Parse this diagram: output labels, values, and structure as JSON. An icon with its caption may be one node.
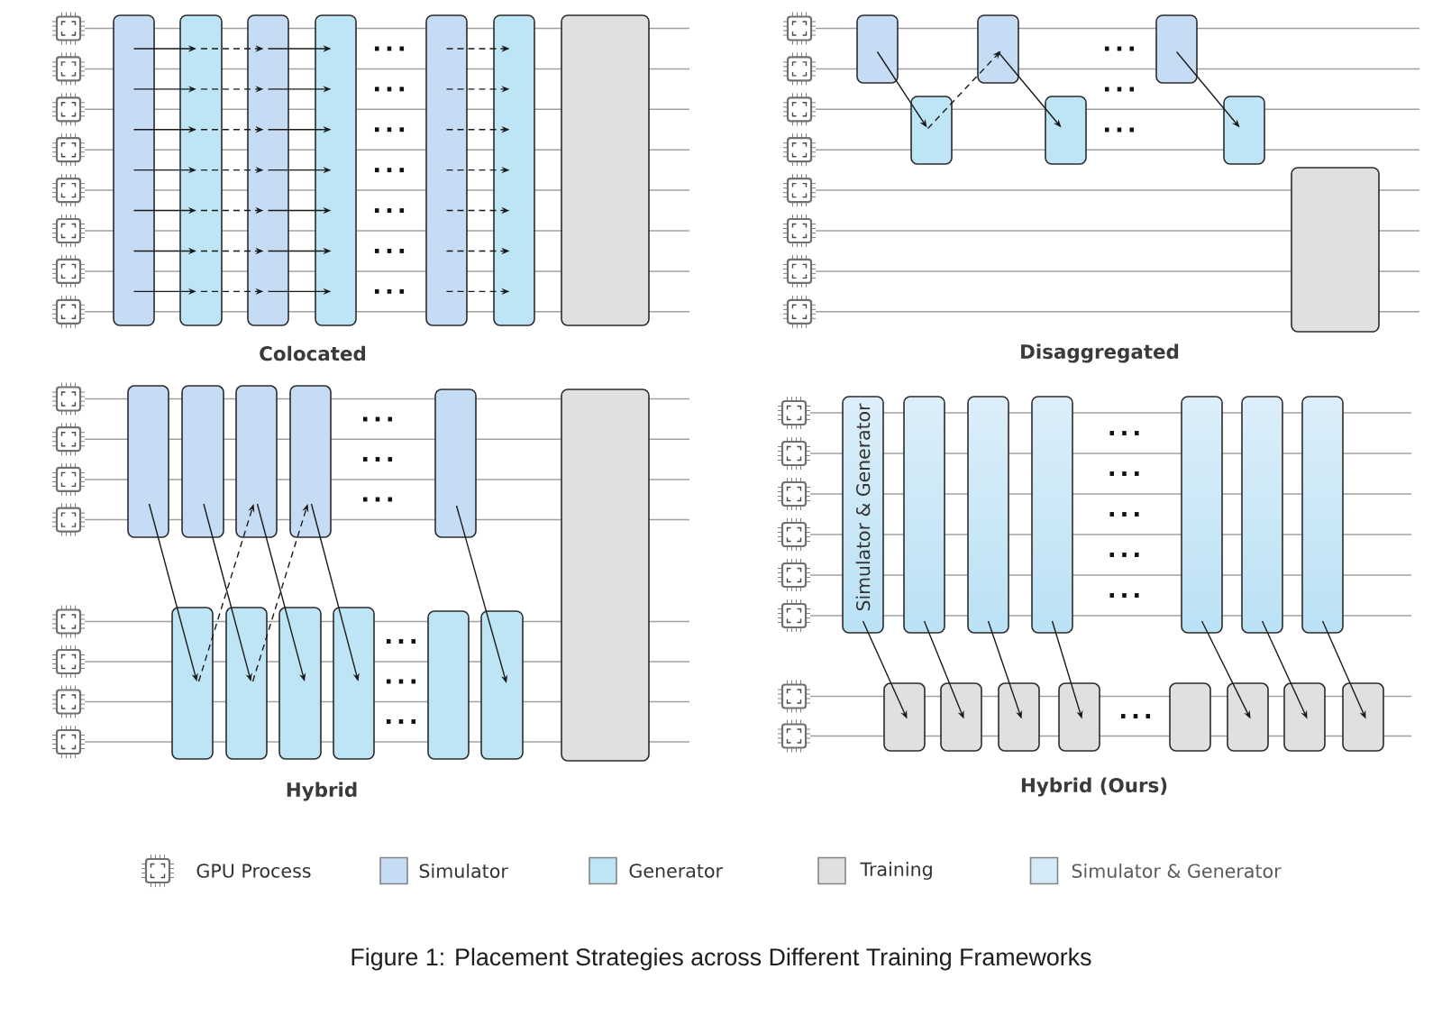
{
  "diagram": {
    "caption": "Figure 1: Placement Strategies across Different Training Frameworks",
    "nodes": [
      {
        "text": [],
        "shape": "box"
      },
      {
        "text": [],
        "shape": "box"
      },
      {
        "text": [],
        "shape": "box"
      },
      {
        "text": [],
        "shape": "box"
      },
      {
        "text": [],
        "shape": "box"
      },
      {
        "text": [],
        "shape": "box"
      },
      {
        "text": [],
        "shape": "box"
      },
      {
        "text": [],
        "shape": "box"
      },
      {
        "text": [],
        "shape": "box"
      },
      {
        "text": [],
        "shape": "box"
      },
      {
        "text": [],
        "shape": "box"
      },
      {
        "text": [],
        "shape": "box"
      },
      {
        "text": [],
        "shape": "box"
      },
      {
        "text": [],
        "shape": "box"
      },
      {
        "text": [],
        "shape": "box"
      },
      {
        "text": [],
        "shape": "box"
      },
      {
        "text": [],
        "shape": "box"
      },
      {
        "text": [],
        "shape": "box"
      },
      {
        "text": [],
        "shape": "box"
      },
      {
        "text": [],
        "shape": "box"
      },
      {
        "text": [],
        "shape": "box"
      },
      {
        "text": [],
        "shape": "box"
      },
      {
        "text": [],
        "shape": "box"
      },
      {
        "text": [],
        "shape": "box"
      },
      {
        "text": [],
        "shape": "box"
      },
      {
        "text": [],
        "shape": "box"
      },
      {
        "text": [
          "Simulator & Generator"
        ]
      },
      {
        "text": [],
        "shape": "box"
      },
      {
        "text": [],
        "shape": "box"
      },
      {
        "text": [],
        "shape": "box"
      },
      {
        "text": [],
        "shape": "box"
      },
      {
        "text": [],
        "shape": "box"
      },
      {
        "text": [],
        "shape": "box"
      },
      {
        "text": [],
        "shape": "box"
      },
      {
        "text": [],
        "shape": "box"
      },
      {
        "text": [],
        "shape": "box"
      },
      {
        "text": [],
        "shape": "box"
      },
      {
        "text": [],
        "shape": "box"
      },
      {
        "text": [],
        "shape": "box"
      },
      {
        "text": [],
        "shape": "box"
      },
      {
        "text": [],
        "shape": "box"
      }
    ],
    "edges": [
      {
        "from": 0,
        "to": 1,
        "arrow": "to"
      },
      {
        "from": 1,
        "to": 2,
        "arrow": "to",
        "style": "dashed"
      },
      {
        "from": 2,
        "to": 3,
        "arrow": "to"
      },
      {
        "from": 4,
        "to": 5,
        "arrow": "to",
        "style": "dashed"
      },
      {
        "from": 0,
        "to": 1,
        "arrow": "to"
      },
      {
        "from": 1,
        "to": 2,
        "arrow": "to",
        "style": "dashed"
      },
      {
        "from": 2,
        "to": 3,
        "arrow": "to"
      },
      {
        "from": 4,
        "to": 5,
        "arrow": "to",
        "style": "dashed"
      },
      {
        "from": 0,
        "to": 1,
        "arrow": "to"
      },
      {
        "from": 1,
        "to": 2,
        "arrow": "to",
        "style": "dashed"
      },
      {
        "from": 2,
        "to": 3,
        "arrow": "to"
      },
      {
        "from": 4,
        "to": 5,
        "arrow": "to",
        "style": "dashed"
      },
      {
        "from": 0,
        "to": 1,
        "arrow": "to"
      },
      {
        "from": 1,
        "to": 2,
        "arrow": "to",
        "style": "dashed"
      },
      {
        "from": 2,
        "to": 3,
        "arrow": "to"
      },
      {
        "from": 4,
        "to": 5,
        "arrow": "to",
        "style": "dashed"
      },
      {
        "from": 0,
        "to": 1,
        "arrow": "to"
      },
      {
        "from": 1,
        "to": 2,
        "arrow": "to",
        "style": "dashed"
      },
      {
        "from": 2,
        "to": 3,
        "arrow": "to"
      },
      {
        "from": 4,
        "to": 5,
        "arrow": "to",
        "style": "dashed"
      },
      {
        "from": 0,
        "to": 1,
        "arrow": "to"
      },
      {
        "from": 1,
        "to": 2,
        "arrow": "to",
        "style": "dashed"
      },
      {
        "from": 2,
        "to": 3,
        "arrow": "to"
      },
      {
        "from": 4,
        "to": 5,
        "arrow": "to",
        "style": "dashed"
      },
      {
        "from": 0,
        "to": 1,
        "arrow": "to"
      },
      {
        "from": 1,
        "to": 2,
        "arrow": "to",
        "style": "dashed"
      },
      {
        "from": 2,
        "to": 3,
        "arrow": "to"
      },
      {
        "from": 4,
        "to": 5,
        "arrow": "to",
        "style": "dashed"
      },
      {
        "from": 7,
        "to": 8,
        "arrow": "to"
      },
      {
        "from": 8,
        "to": 9,
        "arrow": "to",
        "style": "dashed"
      },
      {
        "from": 9,
        "to": 10,
        "arrow": "to"
      },
      {
        "from": 11,
        "to": 12,
        "arrow": "to"
      },
      {
        "from": 14,
        "to": 19,
        "arrow": "to"
      },
      {
        "from": 15,
        "to": 20,
        "arrow": "to"
      },
      {
        "from": 19,
        "to": 16,
        "arrow": "to",
        "style": "dashed"
      },
      {
        "from": 16,
        "to": 21,
        "arrow": "to"
      },
      {
        "from": 20,
        "to": 17,
        "arrow": "to",
        "style": "dashed"
      },
      {
        "from": 17,
        "to": 22,
        "arrow": "to"
      },
      {
        "from": 18,
        "to": 24,
        "arrow": "to"
      },
      {
        "from": 26,
        "to": 33,
        "arrow": "to"
      },
      {
        "from": 27,
        "to": 34,
        "arrow": "to"
      },
      {
        "from": 28,
        "to": 35,
        "arrow": "to"
      },
      {
        "from": 29,
        "to": 36,
        "arrow": "to"
      },
      {
        "from": 30,
        "to": 38,
        "arrow": "to"
      },
      {
        "from": 31,
        "to": 39,
        "arrow": "to"
      },
      {
        "from": 32,
        "to": 40,
        "arrow": "to"
      }
    ],
    "labels": [
      "...",
      "...",
      "...",
      "...",
      "...",
      "...",
      "...",
      "Colocated",
      "...",
      "...",
      "...",
      "Disaggregated",
      "...",
      "...",
      "...",
      "...",
      "...",
      "...",
      "Hybrid",
      "...",
      "...",
      "...",
      "...",
      "...",
      "...",
      "Hybrid (Ours)"
    ],
    "legend": [
      {
        "text": "GPU Process"
      },
      {
        "text": "Simulator",
        "color": "#c6dcf4"
      },
      {
        "text": "Generator",
        "color": "#bde5f5"
      },
      {
        "text": "Training",
        "color": "#e0e0e0"
      },
      {
        "text": "Simulator & Generator",
        "color": "#d4eaf8"
      }
    ]
  }
}
